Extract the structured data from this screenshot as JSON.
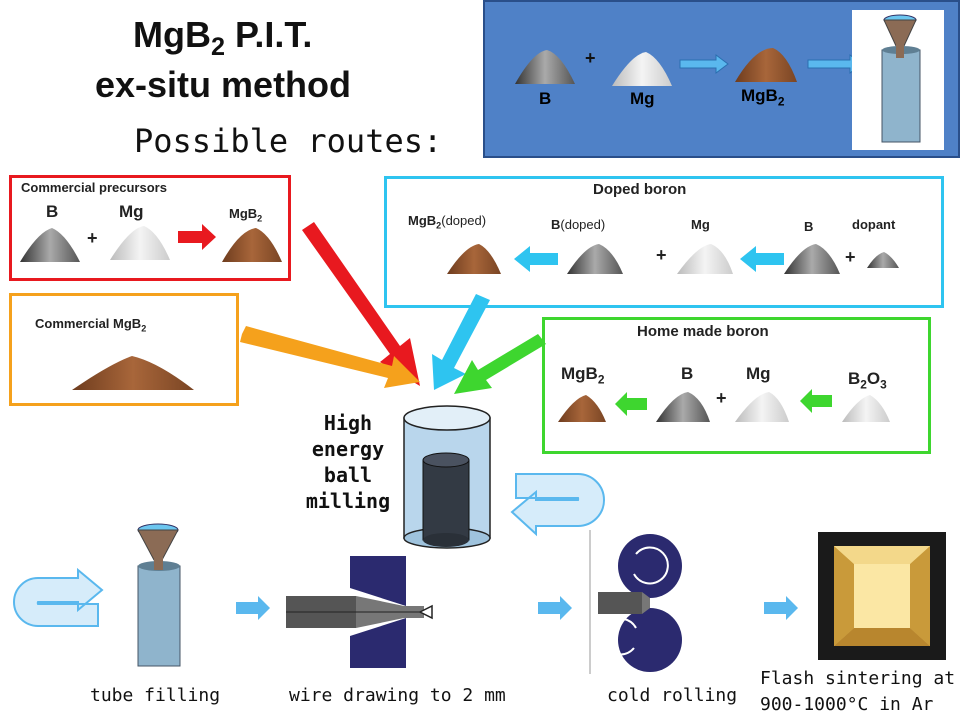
{
  "title": {
    "line1": "MgB",
    "line1_sub": "2",
    "line1_rest": " P.I.T.",
    "line2": "ex-situ method"
  },
  "subtitle": "Possible routes:",
  "inset": {
    "b_label": "B",
    "mg_label": "Mg",
    "mgb2_label": "MgB",
    "mgb2_sub": "2",
    "plus": "+"
  },
  "routes": {
    "commercial_precursors": {
      "title": "Commercial precursors",
      "b": "B",
      "mg": "Mg",
      "mgb2": "MgB",
      "mgb2_sub": "2",
      "plus": "+"
    },
    "commercial_mgb2": {
      "title": "Commercial MgB",
      "title_sub": "2"
    },
    "doped_boron": {
      "title": "Doped boron",
      "mgb2_doped": "MgB",
      "mgb2_doped_sub": "2",
      "mgb2_doped_rest": "(doped)",
      "b_doped": "B",
      "b_doped_rest": "(doped)",
      "mg": "Mg",
      "b": "B",
      "dopant": "dopant",
      "plus": "+"
    },
    "home_made_boron": {
      "title": "Home made boron",
      "mgb2": "MgB",
      "mgb2_sub": "2",
      "b": "B",
      "mg": "Mg",
      "b2o3_b": "B",
      "b2o3_sub1": "2",
      "b2o3_o": "O",
      "b2o3_sub2": "3",
      "plus": "+"
    }
  },
  "milling": {
    "line1": "High",
    "line2": "energy",
    "line3": "ball",
    "line4": "milling"
  },
  "process": {
    "tube_filling": "tube filling",
    "wire_drawing": "wire drawing to 2 mm",
    "cold_rolling": "cold rolling",
    "sintering_line1": "Flash sintering at",
    "sintering_line2": "900-1000°C in Ar"
  },
  "colors": {
    "inset_bg": "#4f81c7",
    "red_box": "#e8191f",
    "orange_box": "#f5a11c",
    "cyan_box": "#2ec4f0",
    "green_box": "#3ed62f",
    "mgb2_powder": "#9c5a33",
    "arrow_blue": "#5ab8ee"
  }
}
